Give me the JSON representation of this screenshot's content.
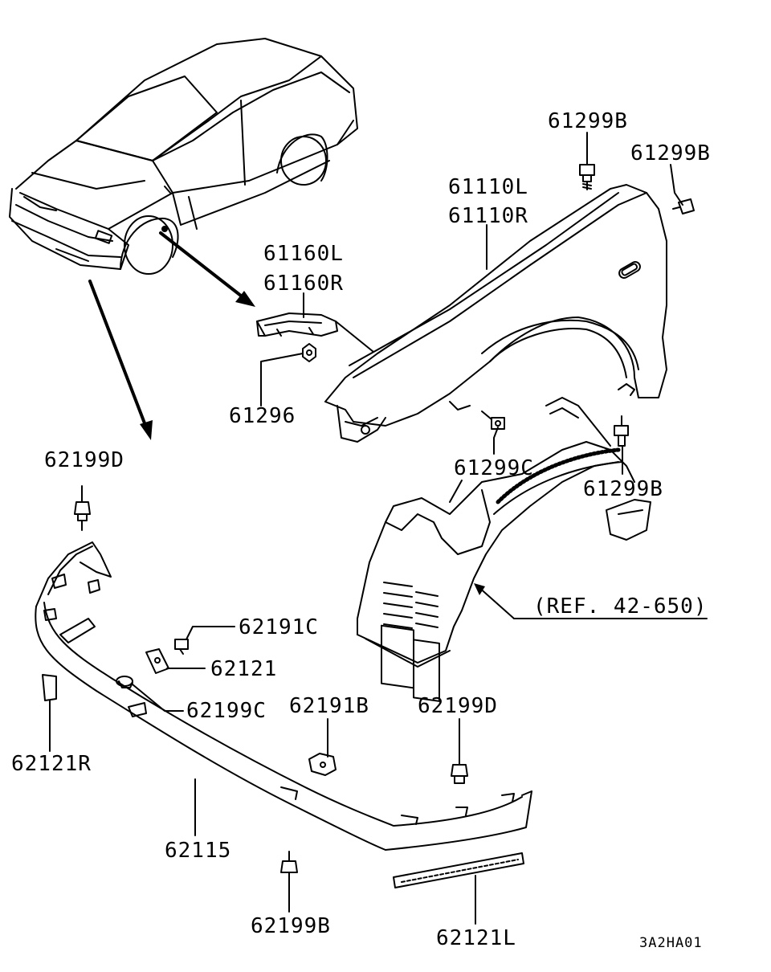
{
  "diagram": {
    "line_color": "#000000",
    "background": "#ffffff",
    "callouts": {
      "p61299B_top": "61299B",
      "p61299B_right": "61299B",
      "p61110L": "61110L",
      "p61110R": "61110R",
      "p61160L": "61160L",
      "p61160R": "61160R",
      "p61296": "61296",
      "p61299C": "61299C",
      "p61299B_lower": "61299B",
      "p62199D_top": "62199D",
      "ref": "(REF. 42-650)",
      "p62191C": "62191C",
      "p62121": "62121",
      "p62199C": "62199C",
      "p62191B": "62191B",
      "p62199D_lower": "62199D",
      "p62121R": "62121R",
      "p62115": "62115",
      "p62199B": "62199B",
      "p62121L": "62121L"
    },
    "drawing_code": "3A2HA01"
  }
}
